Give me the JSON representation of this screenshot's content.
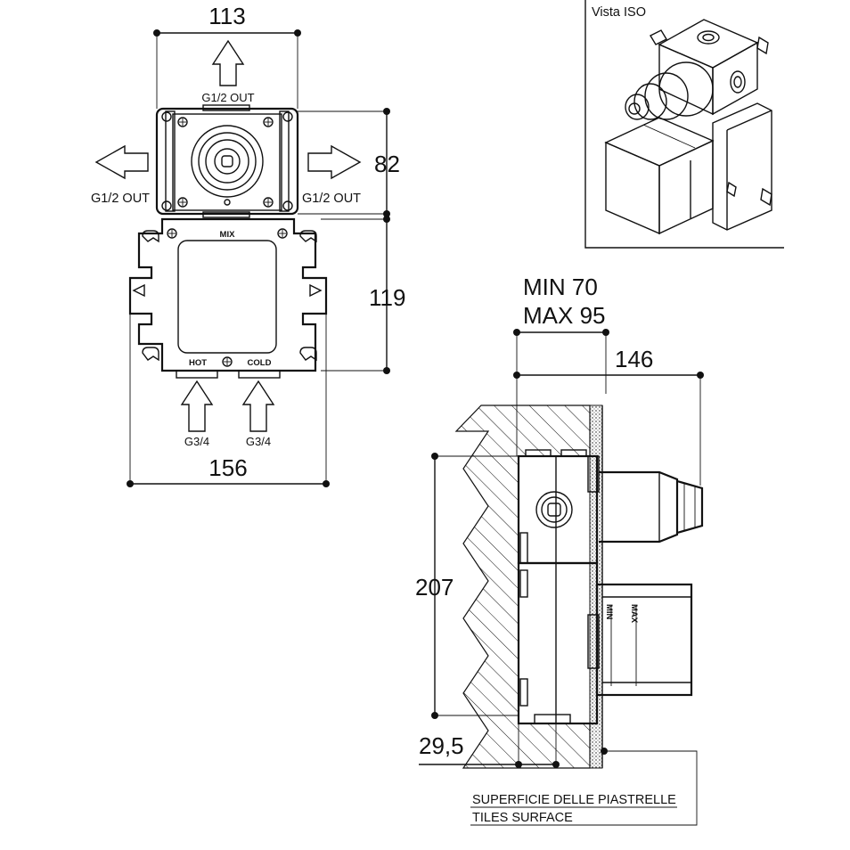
{
  "front_view": {
    "dim_width_top": "113",
    "dim_height_upper": "82",
    "dim_height_lower": "119",
    "dim_width_bottom": "156",
    "outlet_top_label": "G1/2 OUT",
    "outlet_left_label": "G1/2 OUT",
    "outlet_right_label": "G1/2 OUT",
    "inlet_hot_label": "G3/4",
    "inlet_cold_label": "G3/4",
    "plate_mix_label": "MIX",
    "plate_hot_label": "HOT",
    "plate_cold_label": "COLD"
  },
  "iso_view": {
    "title": "Vista ISO"
  },
  "side_view": {
    "dim_min": "MIN 70",
    "dim_max": "MAX 95",
    "dim_depth": "146",
    "dim_height": "207",
    "dim_offset": "29,5",
    "body_min_label": "MIN",
    "body_max_label": "MAX",
    "tiles_label_it": "SUPERFICIE DELLE PIASTRELLE",
    "tiles_label_en": "TILES SURFACE"
  }
}
